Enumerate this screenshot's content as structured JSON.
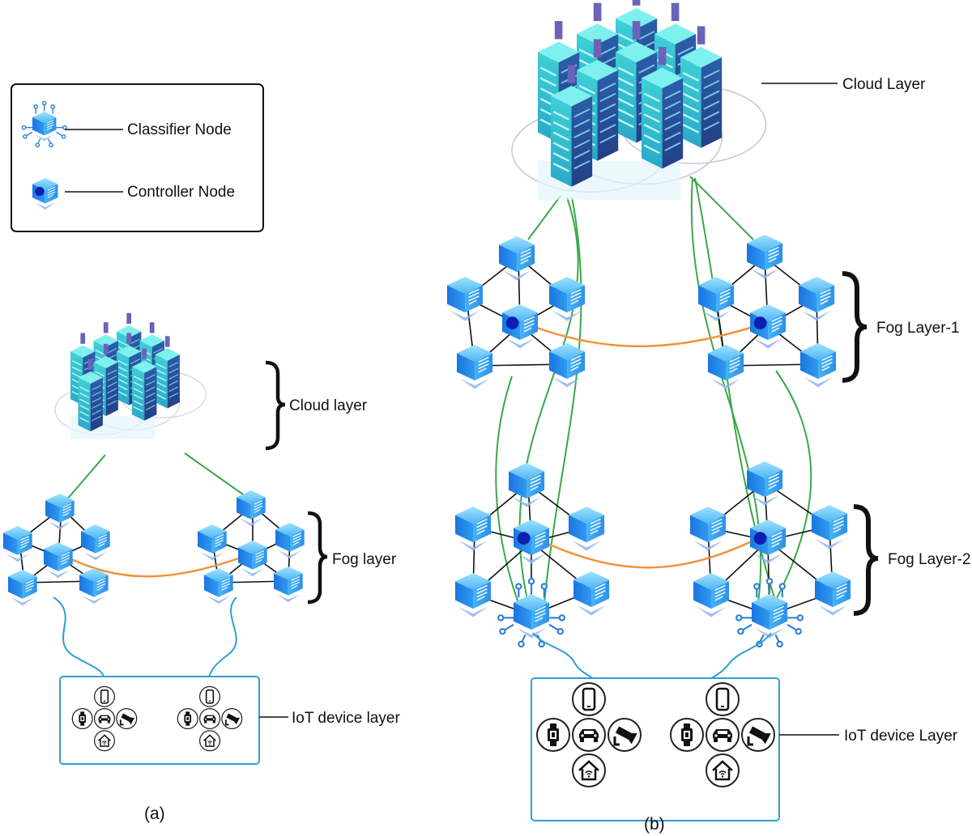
{
  "legend": {
    "classifier_label": "Classifier Node",
    "controller_label": "Controller Node"
  },
  "panel_a": {
    "cloud_label": "Cloud layer",
    "fog_label": "Fog layer",
    "iot_label": "IoT device layer",
    "caption": "(a)"
  },
  "panel_b": {
    "cloud_label": "Cloud Layer",
    "fog1_label": "Fog Layer-1",
    "fog2_label": "Fog Layer-2",
    "iot_label": "IoT device Layer",
    "caption": "(b)"
  },
  "colors": {
    "cloud_link": "#3aa84a",
    "inter_cluster_link": "#f0923a",
    "iot_link": "#2f9fd3",
    "node_blue": "#2a8de8",
    "controller_dot": "#0d1fb0",
    "server_teal": "#43d4d4"
  },
  "icons": {
    "device_icons": [
      "smartphone-icon",
      "smartwatch-icon",
      "car-icon",
      "cctv-camera-icon",
      "smart-home-icon"
    ]
  }
}
